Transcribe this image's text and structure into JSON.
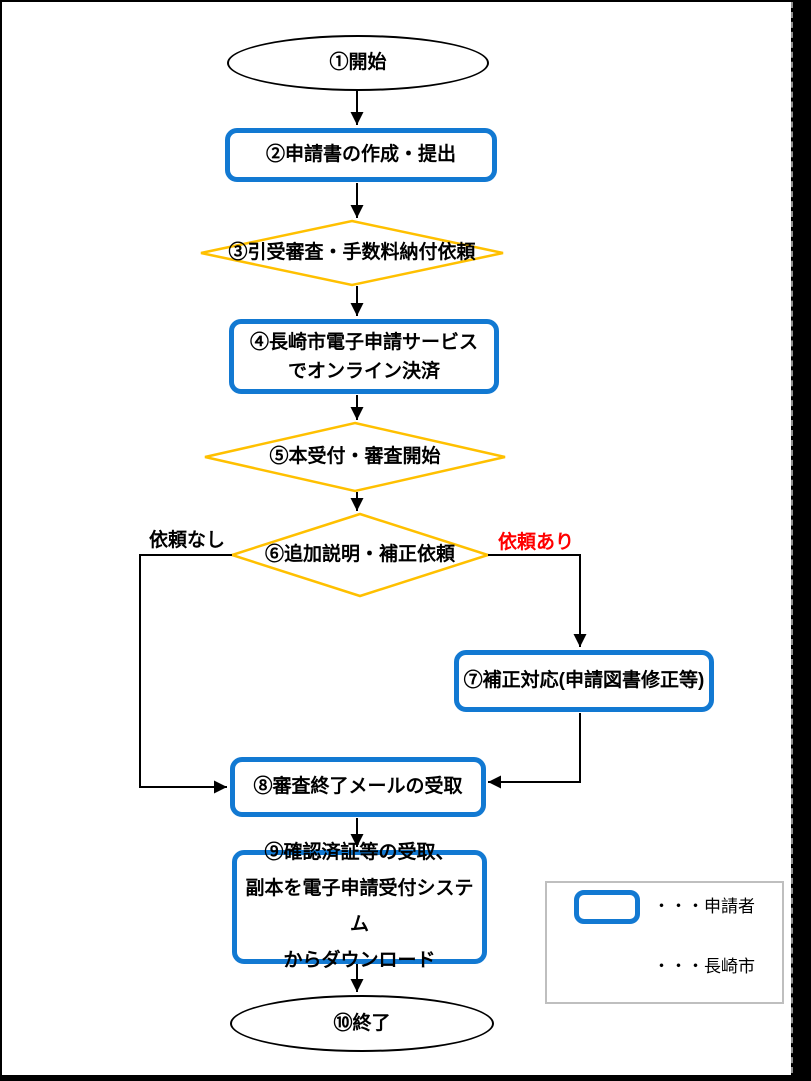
{
  "flow": {
    "start": "①開始",
    "step2": "②申請書の作成・提出",
    "step3": "③引受審査・手数料納付依頼",
    "step4_line1": "④長崎市電子申請サービス",
    "step4_line2": "でオンライン決済",
    "step5": "⑤本受付・審査開始",
    "step6": "⑥追加説明・補正依頼",
    "branch_no": "依頼なし",
    "branch_yes": "依頼あり",
    "step7": "⑦補正対応(申請図書修正等)",
    "step8": "⑧審査終了メールの受取",
    "step9_line1": "⑨確認済証等の受取、",
    "step9_line2": "副本を電子申請受付システム",
    "step9_line3": "からダウンロード",
    "end": "⑩終了"
  },
  "legend": {
    "applicant": "・・・申請者",
    "city": "・・・長崎市"
  },
  "colors": {
    "applicant_box_border": "#1279D2",
    "city_diamond_border": "#FFC000",
    "branch_yes_text": "#FF0000",
    "connector_line": "#000000"
  }
}
